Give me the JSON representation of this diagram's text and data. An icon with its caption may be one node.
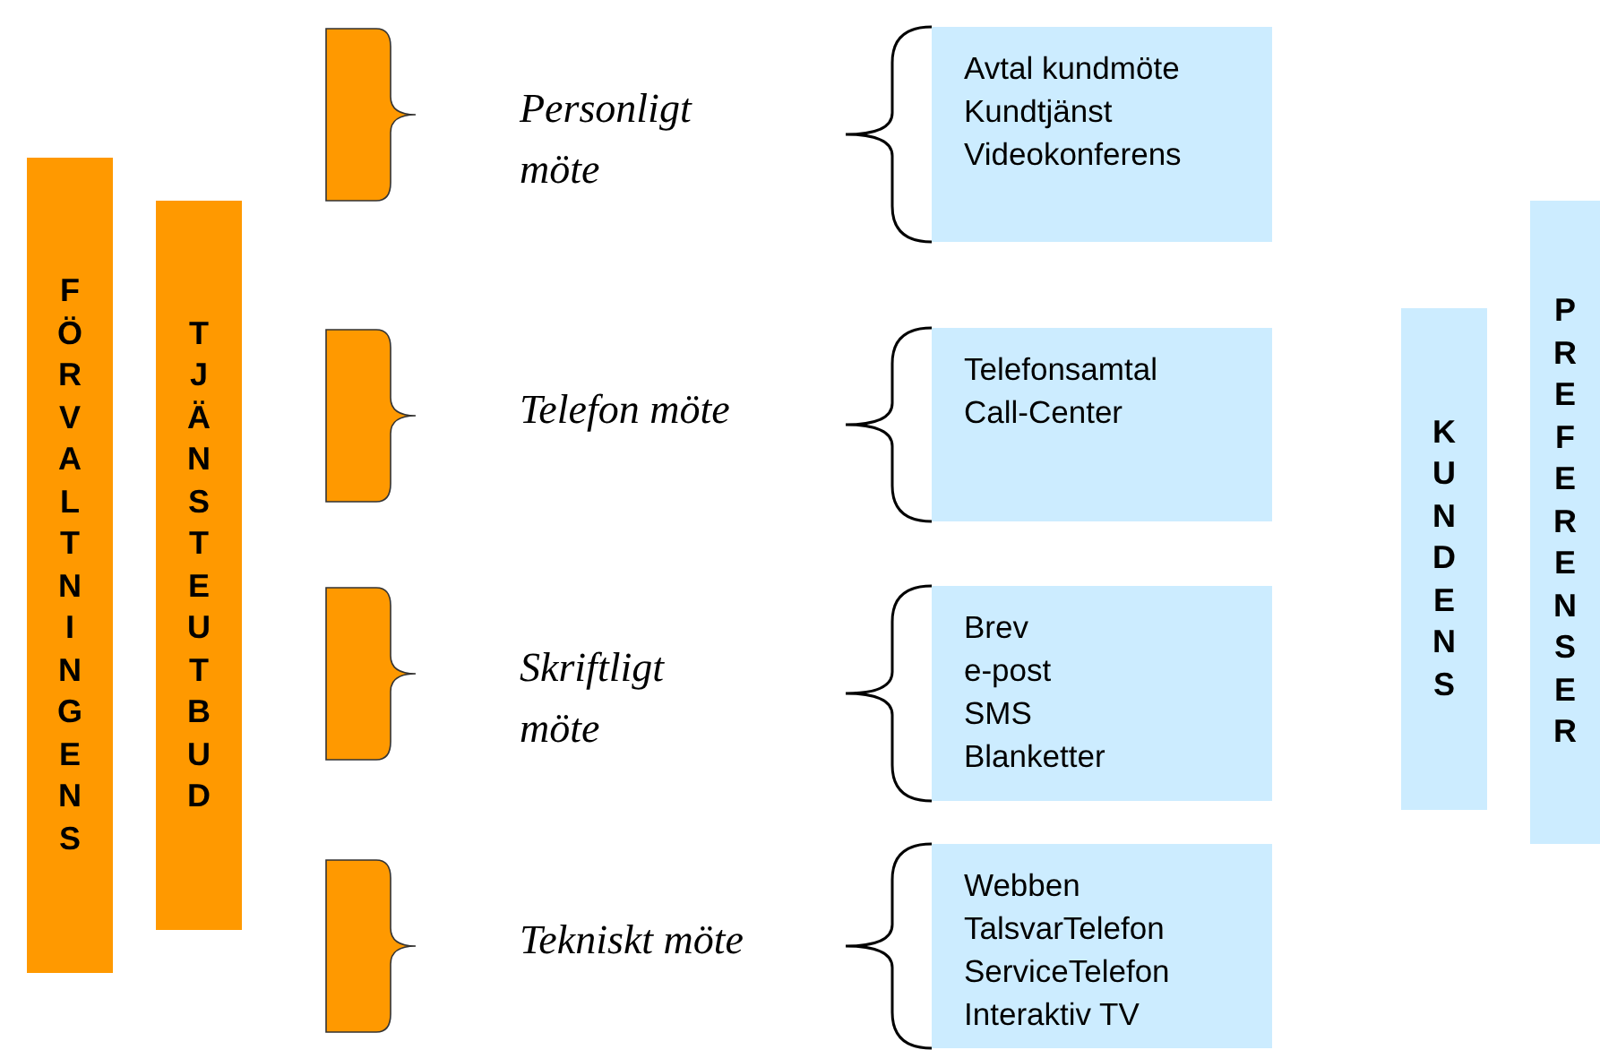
{
  "diagram": {
    "nodes": [
      {
        "text": [
          "FÖRVALTNINGENS"
        ]
      },
      {
        "text": [
          "TJÄNSTEUTBUD"
        ]
      },
      {
        "text": [],
        "shape": "bar",
        "beside": [
          "Personligt möte"
        ]
      },
      {
        "text": [
          "Avtal kundmöte",
          "Kundtjänst",
          "Videokonferens"
        ]
      },
      {
        "text": [],
        "shape": "bar",
        "beside": [
          "Telefon möte"
        ]
      },
      {
        "text": [
          "Telefonsamtal",
          "Call-Center"
        ]
      },
      {
        "text": [],
        "shape": "bar",
        "beside": [
          "Skriftligt möte"
        ]
      },
      {
        "text": [
          "Brev",
          "e-post",
          "SMS",
          "Blanketter"
        ]
      },
      {
        "text": [],
        "shape": "bar",
        "beside": [
          "Tekniskt möte"
        ]
      },
      {
        "text": [
          "Webben",
          "TalsvarTelefon",
          "ServiceTelefon",
          "Interaktiv TV"
        ]
      },
      {
        "text": [
          "KUNDENS"
        ]
      },
      {
        "text": [
          "PREFERENSER"
        ]
      }
    ]
  }
}
